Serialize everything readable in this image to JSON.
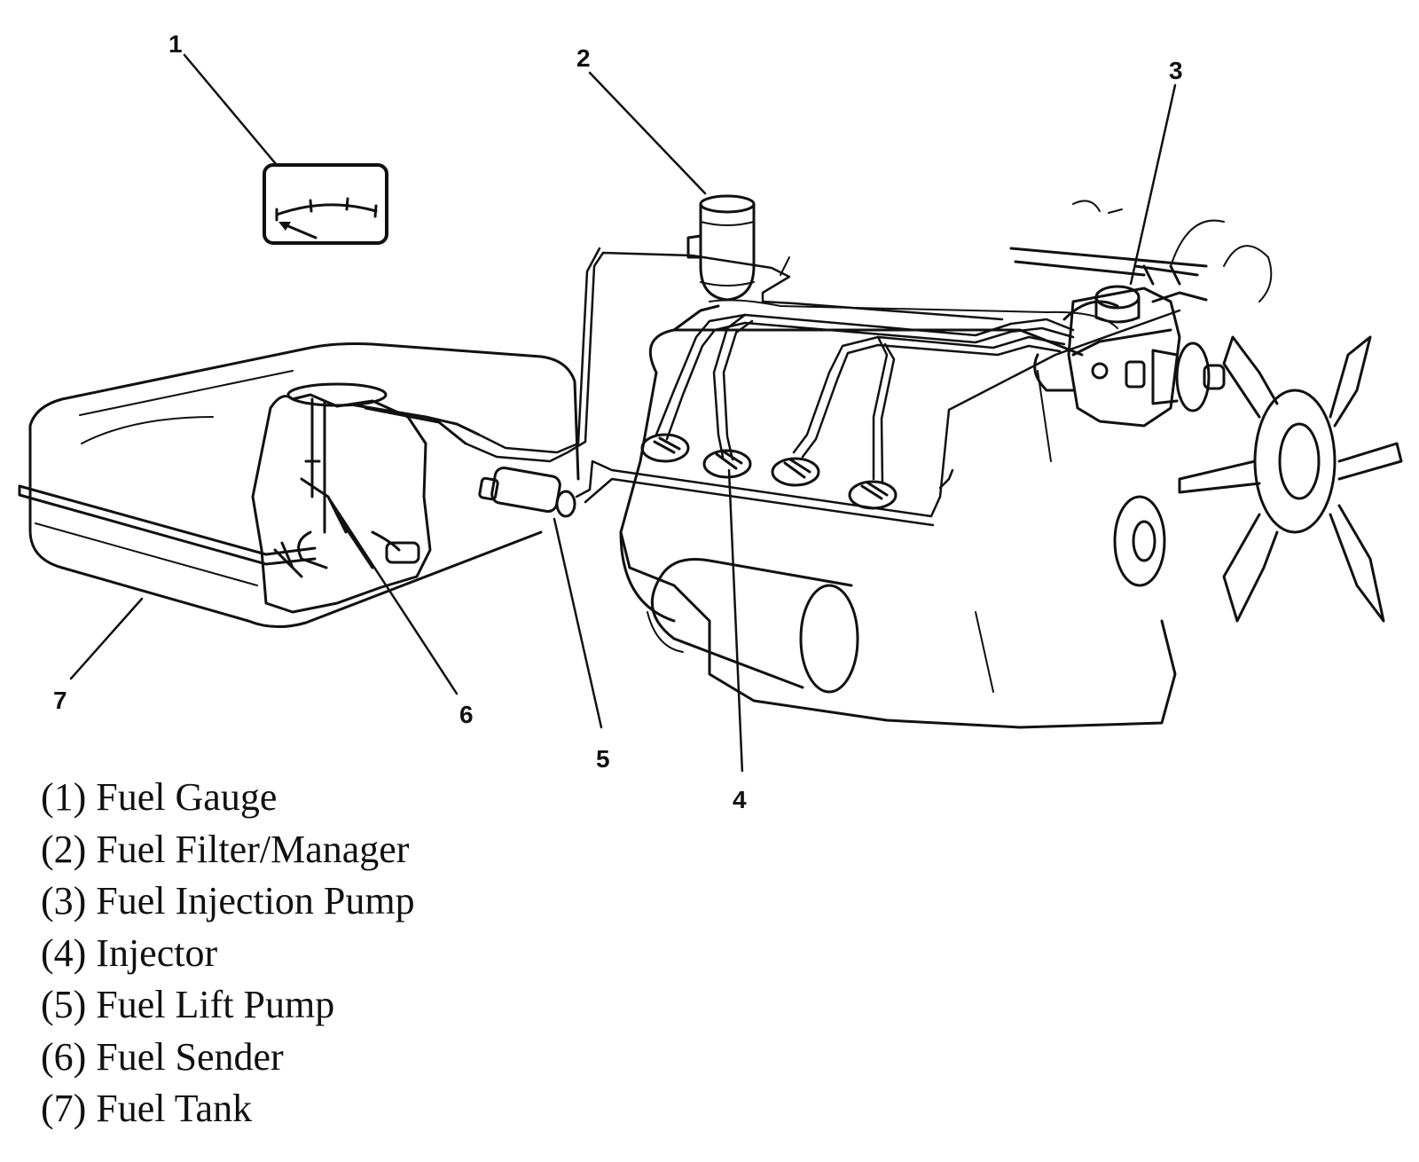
{
  "callouts": {
    "c1": "1",
    "c2": "2",
    "c3": "3",
    "c4": "4",
    "c5": "5",
    "c6": "6",
    "c7": "7"
  },
  "legend": [
    "(1) Fuel Gauge",
    "(2) Fuel Filter/Manager",
    "(3) Fuel Injection Pump",
    "(4) Injector",
    "(5) Fuel Lift Pump",
    "(6) Fuel Sender",
    "(7) Fuel Tank"
  ],
  "colors": {
    "line": "#111111",
    "background": "#ffffff"
  }
}
